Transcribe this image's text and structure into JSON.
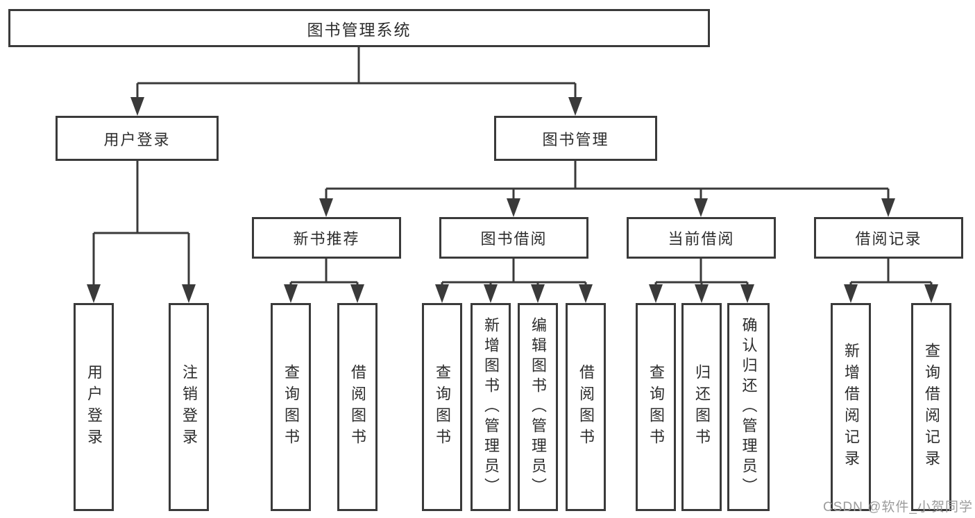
{
  "diagram": {
    "type": "tree",
    "root": {
      "label": "图书管理系统"
    },
    "branches": [
      {
        "label": "用户登录",
        "children": [
          {
            "label": "用户登录"
          },
          {
            "label": "注销登录"
          }
        ]
      },
      {
        "label": "图书管理",
        "children": [
          {
            "label": "新书推荐",
            "children": [
              {
                "label": "查询图书"
              },
              {
                "label": "借阅图书"
              }
            ]
          },
          {
            "label": "图书借阅",
            "children": [
              {
                "label": "查询图书"
              },
              {
                "label": "新增图书（管理员）"
              },
              {
                "label": "编辑图书（管理员）"
              },
              {
                "label": "借阅图书"
              }
            ]
          },
          {
            "label": "当前借阅",
            "children": [
              {
                "label": "查询图书"
              },
              {
                "label": "归还图书"
              },
              {
                "label": "确认归还（管理员）"
              }
            ]
          },
          {
            "label": "借阅记录",
            "children": [
              {
                "label": "新增借阅记录"
              },
              {
                "label": "查询借阅记录"
              }
            ]
          }
        ]
      }
    ]
  },
  "watermark": {
    "text": "CSDN @软件_小贺同学"
  },
  "colors": {
    "line": "#3a3a3a",
    "text": "#2d2d2d",
    "background": "#ffffff",
    "watermark": "#9c9c9c"
  }
}
